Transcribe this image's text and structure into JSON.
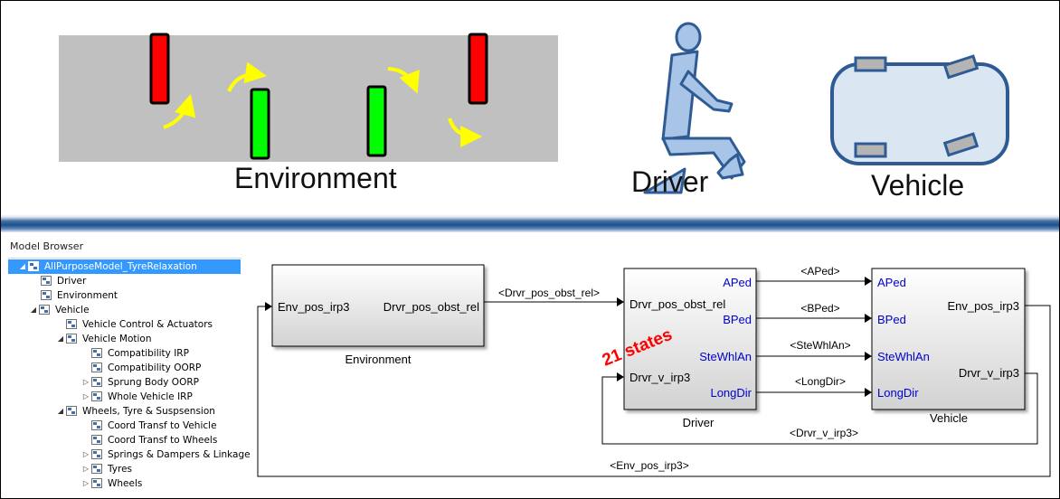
{
  "illustration": {
    "environment_caption": "Environment",
    "driver_caption": "Driver",
    "vehicle_caption": "Vehicle",
    "colors": {
      "track": "#c0c0c0",
      "red_bar": "#ff0000",
      "green_bar": "#00ff00",
      "arrow": "#ffff00",
      "figure_fill": "#a8c4e6",
      "figure_stroke": "#2f5b95",
      "car_fill": "#dbe6f3"
    }
  },
  "model_browser": {
    "title": "Model Browser",
    "items": [
      {
        "label": "AllPurposeModel_TyreRelaxation",
        "expander": "◢",
        "selected": true
      },
      {
        "label": "Driver",
        "expander": "",
        "selected": false
      },
      {
        "label": "Environment",
        "expander": "",
        "selected": false
      },
      {
        "label": "Vehicle",
        "expander": "◢",
        "selected": false
      },
      {
        "label": "Vehicle Control  & Actuators",
        "expander": "",
        "selected": false
      },
      {
        "label": "Vehicle Motion",
        "expander": "◢",
        "selected": false
      },
      {
        "label": "Compatibility IRP",
        "expander": "",
        "selected": false
      },
      {
        "label": "Compatibility OORP",
        "expander": "",
        "selected": false
      },
      {
        "label": "Sprung Body OORP",
        "expander": "▷",
        "selected": false
      },
      {
        "label": "Whole Vehicle IRP",
        "expander": "▷",
        "selected": false
      },
      {
        "label": "Wheels, Tyre  & Suspsension",
        "expander": "◢",
        "selected": false
      },
      {
        "label": "Coord Transf to Vehicle",
        "expander": "",
        "selected": false
      },
      {
        "label": "Coord Transf to Wheels",
        "expander": "",
        "selected": false
      },
      {
        "label": "Springs & Dampers & Linkage",
        "expander": "▷",
        "selected": false
      },
      {
        "label": "Tyres",
        "expander": "▷",
        "selected": false
      },
      {
        "label": "Wheels",
        "expander": "▷",
        "selected": false
      }
    ]
  },
  "simulink": {
    "environment_block": {
      "name": "Environment",
      "in_port": "Env_pos_irp3",
      "out_port": "Drvr_pos_obst_rel"
    },
    "driver_block": {
      "name": "Driver",
      "in_ports": [
        "Drvr_pos_obst_rel",
        "Drvr_v_irp3"
      ],
      "out_ports": [
        "APed",
        "BPed",
        "SteWhlAn",
        "LongDir"
      ]
    },
    "vehicle_block": {
      "name": "Vehicle",
      "in_ports": [
        "APed",
        "BPed",
        "SteWhlAn",
        "LongDir"
      ],
      "out_ports": [
        "Env_pos_irp3",
        "Drvr_v_irp3"
      ]
    },
    "signals": {
      "env_to_driver": "<Drvr_pos_obst_rel>",
      "aped": "<APed>",
      "bped": "<BPed>",
      "stewhlan": "<SteWhlAn>",
      "longdir": "<LongDir>",
      "feedback_v": "<Drvr_v_irp3>",
      "feedback_pos": "<Env_pos_irp3>"
    },
    "annotation": "21 states",
    "colors": {
      "port_blue": "#0000cc",
      "annotation_red": "#ff0000",
      "block_border": "#000000"
    }
  }
}
